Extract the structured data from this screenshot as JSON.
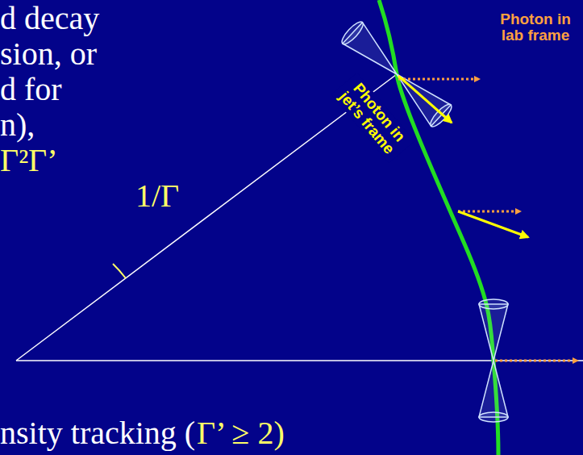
{
  "diagram": {
    "labels": [
      "d decay",
      "sion, or",
      "d for",
      "n),",
      "Γ²Γ’",
      "1/Γ",
      "nsity tracking (",
      "Γ’ ≥ 2)",
      "Photon in lab frame",
      "Photon in jet’s frame"
    ]
  }
}
